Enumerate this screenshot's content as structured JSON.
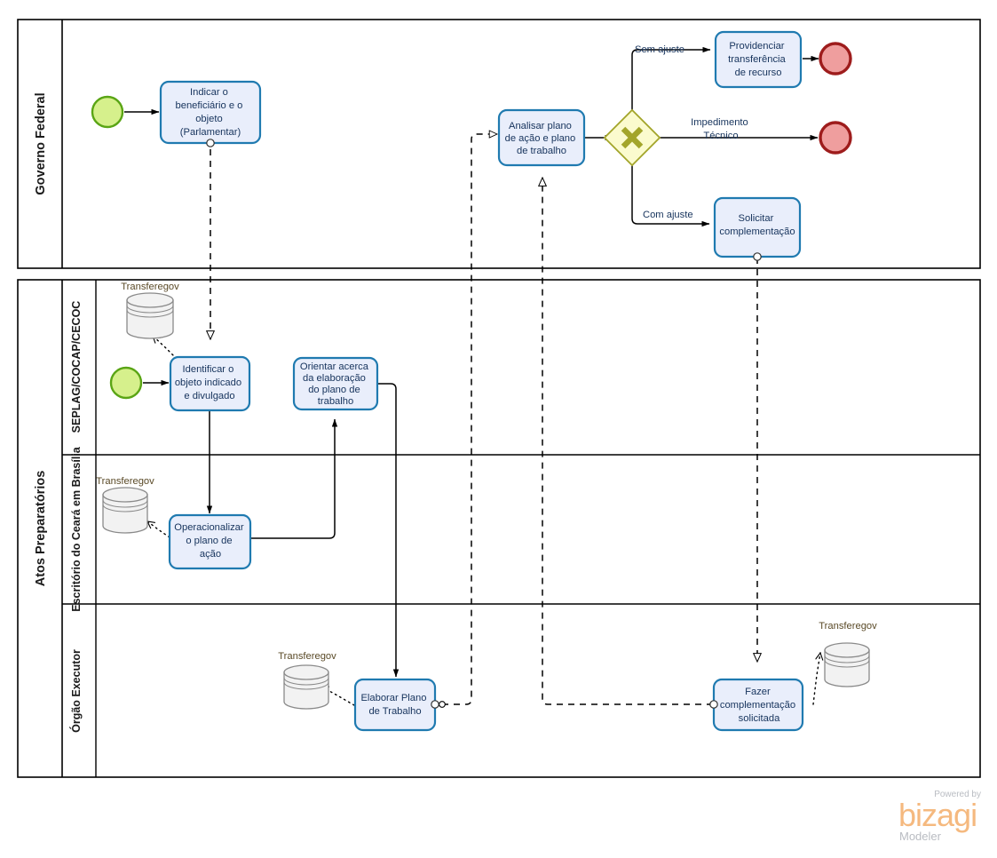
{
  "diagram": {
    "title": "Atos Preparatorios BPMN",
    "colors": {
      "task_fill": "#e9eefb",
      "task_stroke": "#1f7ab0",
      "start_fill": "#d6f08c",
      "start_stroke": "#5aa515",
      "end_fill": "#ef9e9e",
      "end_stroke": "#9e1c1c",
      "gateway_fill": "#fbfbce",
      "gateway_stroke": "#a3a52a",
      "datastore_fill": "#f2f2f2",
      "datastore_stroke": "#8a8a8a",
      "lane_stroke": "#000000",
      "text": "#16335c",
      "brand_orange": "#f5b97f",
      "brand_gray": "#b9bcc2"
    },
    "pools": [
      {
        "id": "pool-governo-federal",
        "label": "Governo Federal",
        "lanes": []
      },
      {
        "id": "pool-atos-preparatorios",
        "label": "Atos Preparatórios",
        "lanes": [
          {
            "id": "lane-seplag",
            "label": "SEPLAG/COCAP/CECOC"
          },
          {
            "id": "lane-escritorio",
            "label": "Escritório do Ceará em Brasília"
          },
          {
            "id": "lane-orgao",
            "label": "Órgão Executor"
          }
        ]
      }
    ],
    "tasks": [
      {
        "id": "task-indicar",
        "label": "Indicar o beneficiário e o objeto (Parlamentar)",
        "lines": [
          "Indicar o",
          "beneficiário e o",
          "objeto",
          "(Parlamentar)"
        ],
        "lane": "pool-governo-federal"
      },
      {
        "id": "task-analisar",
        "label": "Analisar plano de ação e plano de trabalho",
        "lines": [
          "Analisar plano",
          "de ação e plano",
          "de trabalho"
        ],
        "lane": "pool-governo-federal"
      },
      {
        "id": "task-providenciar",
        "label": "Providenciar transferência de recurso",
        "lines": [
          "Providenciar",
          "transferência",
          "de recurso"
        ],
        "lane": "pool-governo-federal"
      },
      {
        "id": "task-solicitar",
        "label": "Solicitar complementação",
        "lines": [
          "Solicitar",
          "complementação"
        ],
        "lane": "pool-governo-federal"
      },
      {
        "id": "task-identificar",
        "label": "Identificar o objeto indicado e divulgado",
        "lines": [
          "Identificar o",
          "objeto indicado",
          "e divulgado"
        ],
        "lane": "lane-seplag"
      },
      {
        "id": "task-orientar",
        "label": "Orientar acerca da elaboração do plano de trabalho",
        "lines": [
          "Orientar acerca",
          "da elaboração",
          "do plano de",
          "trabalho"
        ],
        "lane": "lane-seplag"
      },
      {
        "id": "task-operacionalizar",
        "label": "Operacionalizar o plano de ação",
        "lines": [
          "Operacionalizar",
          "o plano de",
          "ação"
        ],
        "lane": "lane-escritorio"
      },
      {
        "id": "task-elaborar",
        "label": "Elaborar Plano de Trabalho",
        "lines": [
          "Elaborar Plano",
          "de Trabalho"
        ],
        "lane": "lane-orgao"
      },
      {
        "id": "task-fazer",
        "label": "Fazer complementação solicitada",
        "lines": [
          "Fazer",
          "complementação",
          "solicitada"
        ],
        "lane": "lane-orgao"
      }
    ],
    "events": [
      {
        "id": "start-governo-federal",
        "type": "start",
        "lane": "pool-governo-federal"
      },
      {
        "id": "start-seplag",
        "type": "start",
        "lane": "lane-seplag"
      },
      {
        "id": "end-transferencia",
        "type": "end",
        "lane": "pool-governo-federal"
      },
      {
        "id": "end-impedimento",
        "type": "end",
        "lane": "pool-governo-federal"
      }
    ],
    "gateways": [
      {
        "id": "gateway-exclusivo",
        "type": "exclusive",
        "symbol": "X",
        "lane": "pool-governo-federal"
      }
    ],
    "datastores": [
      {
        "id": "datastore-seplag",
        "label": "Transferegov",
        "lane": "lane-seplag"
      },
      {
        "id": "datastore-escritorio",
        "label": "Transferegov",
        "lane": "lane-escritorio"
      },
      {
        "id": "datastore-orgao-elaborar",
        "label": "Transferegov",
        "lane": "lane-orgao"
      },
      {
        "id": "datastore-orgao-fazer",
        "label": "Transferegov",
        "lane": "lane-orgao"
      }
    ],
    "flow_labels": [
      {
        "id": "flow-label-sem-ajuste",
        "text": "Sem ajuste"
      },
      {
        "id": "flow-label-impedimento",
        "lines": [
          "Impedimento",
          "Técnico"
        ],
        "text": "Impedimento Técnico"
      },
      {
        "id": "flow-label-com-ajuste",
        "text": "Com ajuste"
      }
    ]
  },
  "branding": {
    "powered_by": "Powered by",
    "name": "bizagi",
    "product": "Modeler"
  }
}
